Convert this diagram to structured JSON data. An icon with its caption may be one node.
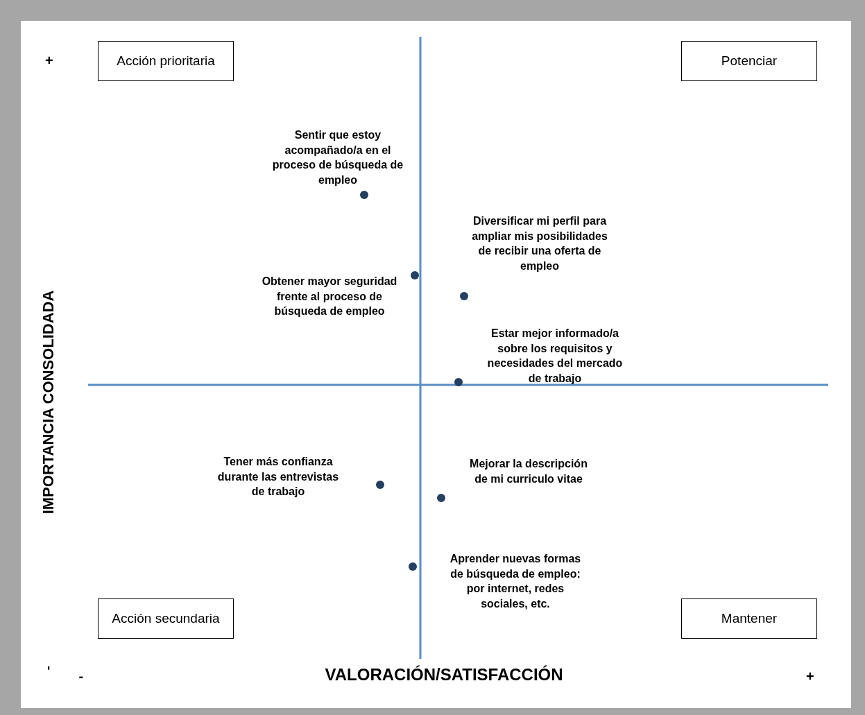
{
  "diagram": {
    "nodes": [
      {
        "text": [
          "Acción prioritaria"
        ]
      },
      {
        "text": [
          "Potenciar"
        ]
      },
      {
        "text": [],
        "shape": "circle",
        "beside": [
          "Sentir que estoy acompañado/a en el proceso de búsqueda de empleo"
        ]
      },
      {
        "text": [],
        "shape": "circle",
        "beside": [
          "Diversificar mi perfil para ampliar mis posibilidades de recibir una oferta de empleo"
        ]
      },
      {
        "text": [],
        "shape": "circle",
        "beside": [
          "Obtener mayor seguridad frente al proceso de búsqueda de empleo"
        ]
      },
      {
        "text": [],
        "shape": "circle",
        "beside": [
          "Estar mejor informado/a sobre los requisitos y necesidades del mercado de trabajo"
        ]
      },
      {
        "text": [],
        "shape": "circle",
        "beside": [
          "Tener más confianza durante las entrevistas de trabajo"
        ]
      },
      {
        "text": [],
        "shape": "circle",
        "beside": [
          "Mejorar la descripción de mi curriculo vitae"
        ]
      },
      {
        "text": [],
        "shape": "circle",
        "beside": [
          "Aprender nuevas formas de búsqueda de empleo: por internet, redes sociales, etc."
        ]
      },
      {
        "text": [
          "Acción secundaria"
        ]
      },
      {
        "text": [
          "Mantener"
        ]
      }
    ],
    "labels": [
      "+",
      "IMPORTANCIA CONSOLIDADA",
      "'",
      "-",
      "VALORACIÓN/SATISFACCIÓN",
      "+"
    ]
  }
}
